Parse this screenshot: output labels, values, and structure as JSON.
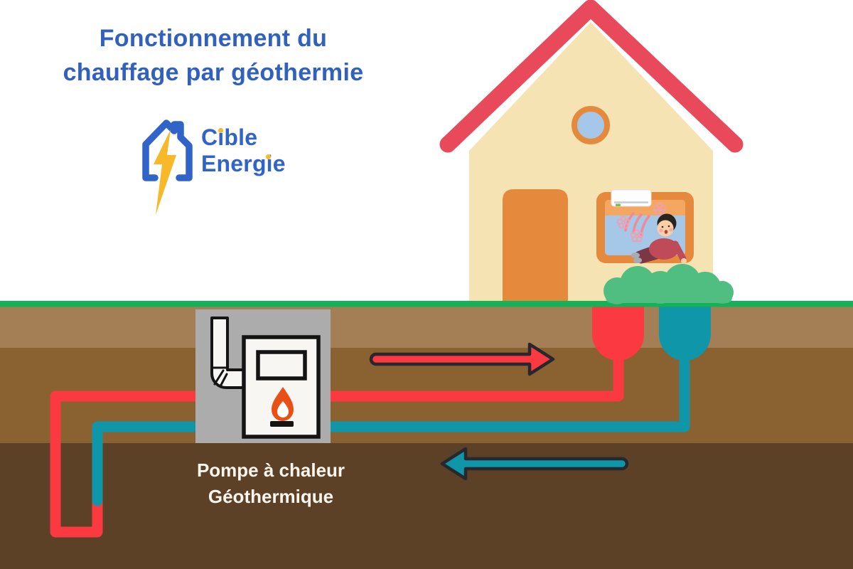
{
  "title": {
    "line1": "Fonctionnement du",
    "line2": "chauffage par géothermie"
  },
  "logo": {
    "brand_line1": "Cible",
    "brand_line2": "Energie"
  },
  "diagram_labels": {
    "pump_line1": "Pompe à chaleur",
    "pump_line2": "Géothermique"
  },
  "icons": {
    "logo_mark": "house-with-lightning-bolt-icon",
    "boiler": "flame-icon",
    "hot_flow": "arrow-right-icon",
    "cold_flow": "arrow-left-icon",
    "indoor_comfort": "blossom-icon",
    "heating_air": "heat-wave-icon",
    "indoor_unit": "ac-heater-unit-icon"
  },
  "colors": {
    "title_blue": "#3161BD",
    "logo_blue": "#3064C9",
    "logo_yellow": "#F7B82A",
    "roof_red": "#E8495B",
    "wall_cream": "#F6E3B4",
    "door_orange": "#E5893C",
    "window_band_orange": "#F3A761",
    "window_blue": "#A5C8E8",
    "bush_green": "#4FBE80",
    "grass_green": "#14B159",
    "soil_light": "#A47F55",
    "soil_medium": "#8A6130",
    "soil_dark": "#5C4126",
    "pipe_hot_red": "#FA3940",
    "pipe_cold_teal": "#0F96A9",
    "arrow_outline": "#26282E",
    "pump_gray": "#ACACAC",
    "flame_orange": "#E85016",
    "label_white": "#FAF6EE"
  }
}
